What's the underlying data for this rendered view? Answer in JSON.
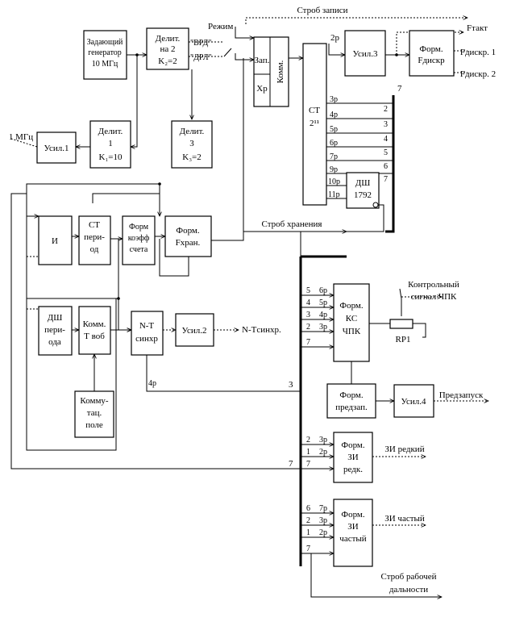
{
  "blocks": [
    {
      "id": "gen",
      "lines": [
        "Задающий",
        "генератор",
        "10 МГц"
      ]
    },
    {
      "id": "div2",
      "lines": [
        "Делит.",
        "на 2",
        "K₂=2"
      ]
    },
    {
      "id": "div1",
      "lines": [
        "Делит.",
        "1",
        "K₁=10"
      ]
    },
    {
      "id": "div3",
      "lines": [
        "Делит.",
        "3",
        "K₃=2"
      ]
    },
    {
      "id": "amp1",
      "lines": [
        "Усил.1"
      ]
    },
    {
      "id": "comm",
      "lines": [
        "Комм."
      ]
    },
    {
      "id": "zap",
      "lines": [
        "Зап."
      ]
    },
    {
      "id": "xp",
      "lines": [
        "Хр"
      ]
    },
    {
      "id": "ct211",
      "lines": [
        "CT",
        "2¹¹"
      ]
    },
    {
      "id": "amp3",
      "lines": [
        "Усил.3"
      ]
    },
    {
      "id": "fdiskr",
      "lines": [
        "Форм.",
        "Fдискр"
      ]
    },
    {
      "id": "dsh1792",
      "lines": [
        "ДШ",
        "1792"
      ]
    },
    {
      "id": "and",
      "lines": [
        "И"
      ]
    },
    {
      "id": "ctper",
      "lines": [
        "CT",
        "пери-",
        "од"
      ]
    },
    {
      "id": "kcount",
      "lines": [
        "Форм",
        "коэфф",
        "счета"
      ]
    },
    {
      "id": "fxran",
      "lines": [
        "Форм.",
        "Fхран."
      ]
    },
    {
      "id": "dshper",
      "lines": [
        "ДШ",
        "пери-",
        "ода"
      ]
    },
    {
      "id": "kommt",
      "lines": [
        "Комм.",
        "Т воб"
      ]
    },
    {
      "id": "ntsync",
      "lines": [
        "N-T",
        "синхр"
      ]
    },
    {
      "id": "amp2",
      "lines": [
        "Усил.2"
      ]
    },
    {
      "id": "kommpole",
      "lines": [
        "Комму-",
        "тац.",
        "поле"
      ]
    },
    {
      "id": "kschpk",
      "lines": [
        "Форм.",
        "КС",
        "ЧПК"
      ]
    },
    {
      "id": "predzap",
      "lines": [
        "Форм.",
        "предзап."
      ]
    },
    {
      "id": "amp4",
      "lines": [
        "Усил.4"
      ]
    },
    {
      "id": "zired",
      "lines": [
        "Форм.",
        "ЗИ",
        "редк."
      ]
    },
    {
      "id": "zichast",
      "lines": [
        "Форм.",
        "ЗИ",
        "частый"
      ]
    }
  ],
  "labels": {
    "strob_zapisi": "Строб записи",
    "rezhim": "Режим",
    "vrd": "\"ВРД\"",
    "drl": "\"ДРЛ\"",
    "ftakt": "Fтакт",
    "fdiskr1": "Fдискр. 1",
    "fdiskr2": "Fдискр. 2",
    "one_mhz": "1 МГц",
    "strob_hraneniya": "Строб хранения",
    "n_tsync": "N-Tсинхр.",
    "kontr_1": "Контрольный",
    "kontr_2": "сигнал ЧПК",
    "rp1": "RP1",
    "predzapusk": "Предзапуск",
    "zi_redkiy": "ЗИ редкий",
    "zi_chastiy": "ЗИ частый",
    "strob_rab_1": "Строб рабочей",
    "strob_rab_2": "дальности",
    "p2": "2р",
    "p4": "4р",
    "n7": "7",
    "n3": "3"
  },
  "ct_outputs": [
    {
      "tap": "3р",
      "bus": "2"
    },
    {
      "tap": "4р",
      "bus": "3"
    },
    {
      "tap": "5р",
      "bus": "4"
    },
    {
      "tap": "6р",
      "bus": "5"
    },
    {
      "tap": "7р",
      "bus": "6"
    },
    {
      "tap": "9р",
      "bus": "7"
    },
    {
      "tap": "10р",
      "bus": ""
    },
    {
      "tap": "11р",
      "bus": ""
    }
  ],
  "kschpk_inputs": [
    {
      "bus": "5",
      "tap": "6р"
    },
    {
      "bus": "4",
      "tap": "5р"
    },
    {
      "bus": "3",
      "tap": "4р"
    },
    {
      "bus": "2",
      "tap": "3р"
    },
    {
      "bus": "7",
      "tap": ""
    }
  ],
  "zired_inputs": [
    {
      "bus": "2",
      "tap": "3р"
    },
    {
      "bus": "1",
      "tap": "2р"
    },
    {
      "bus": "7",
      "tap": ""
    }
  ],
  "zichast_inputs": [
    {
      "bus": "6",
      "tap": "7р"
    },
    {
      "bus": "2",
      "tap": "3р"
    },
    {
      "bus": "1",
      "tap": "2р"
    },
    {
      "bus": "7",
      "tap": ""
    }
  ]
}
